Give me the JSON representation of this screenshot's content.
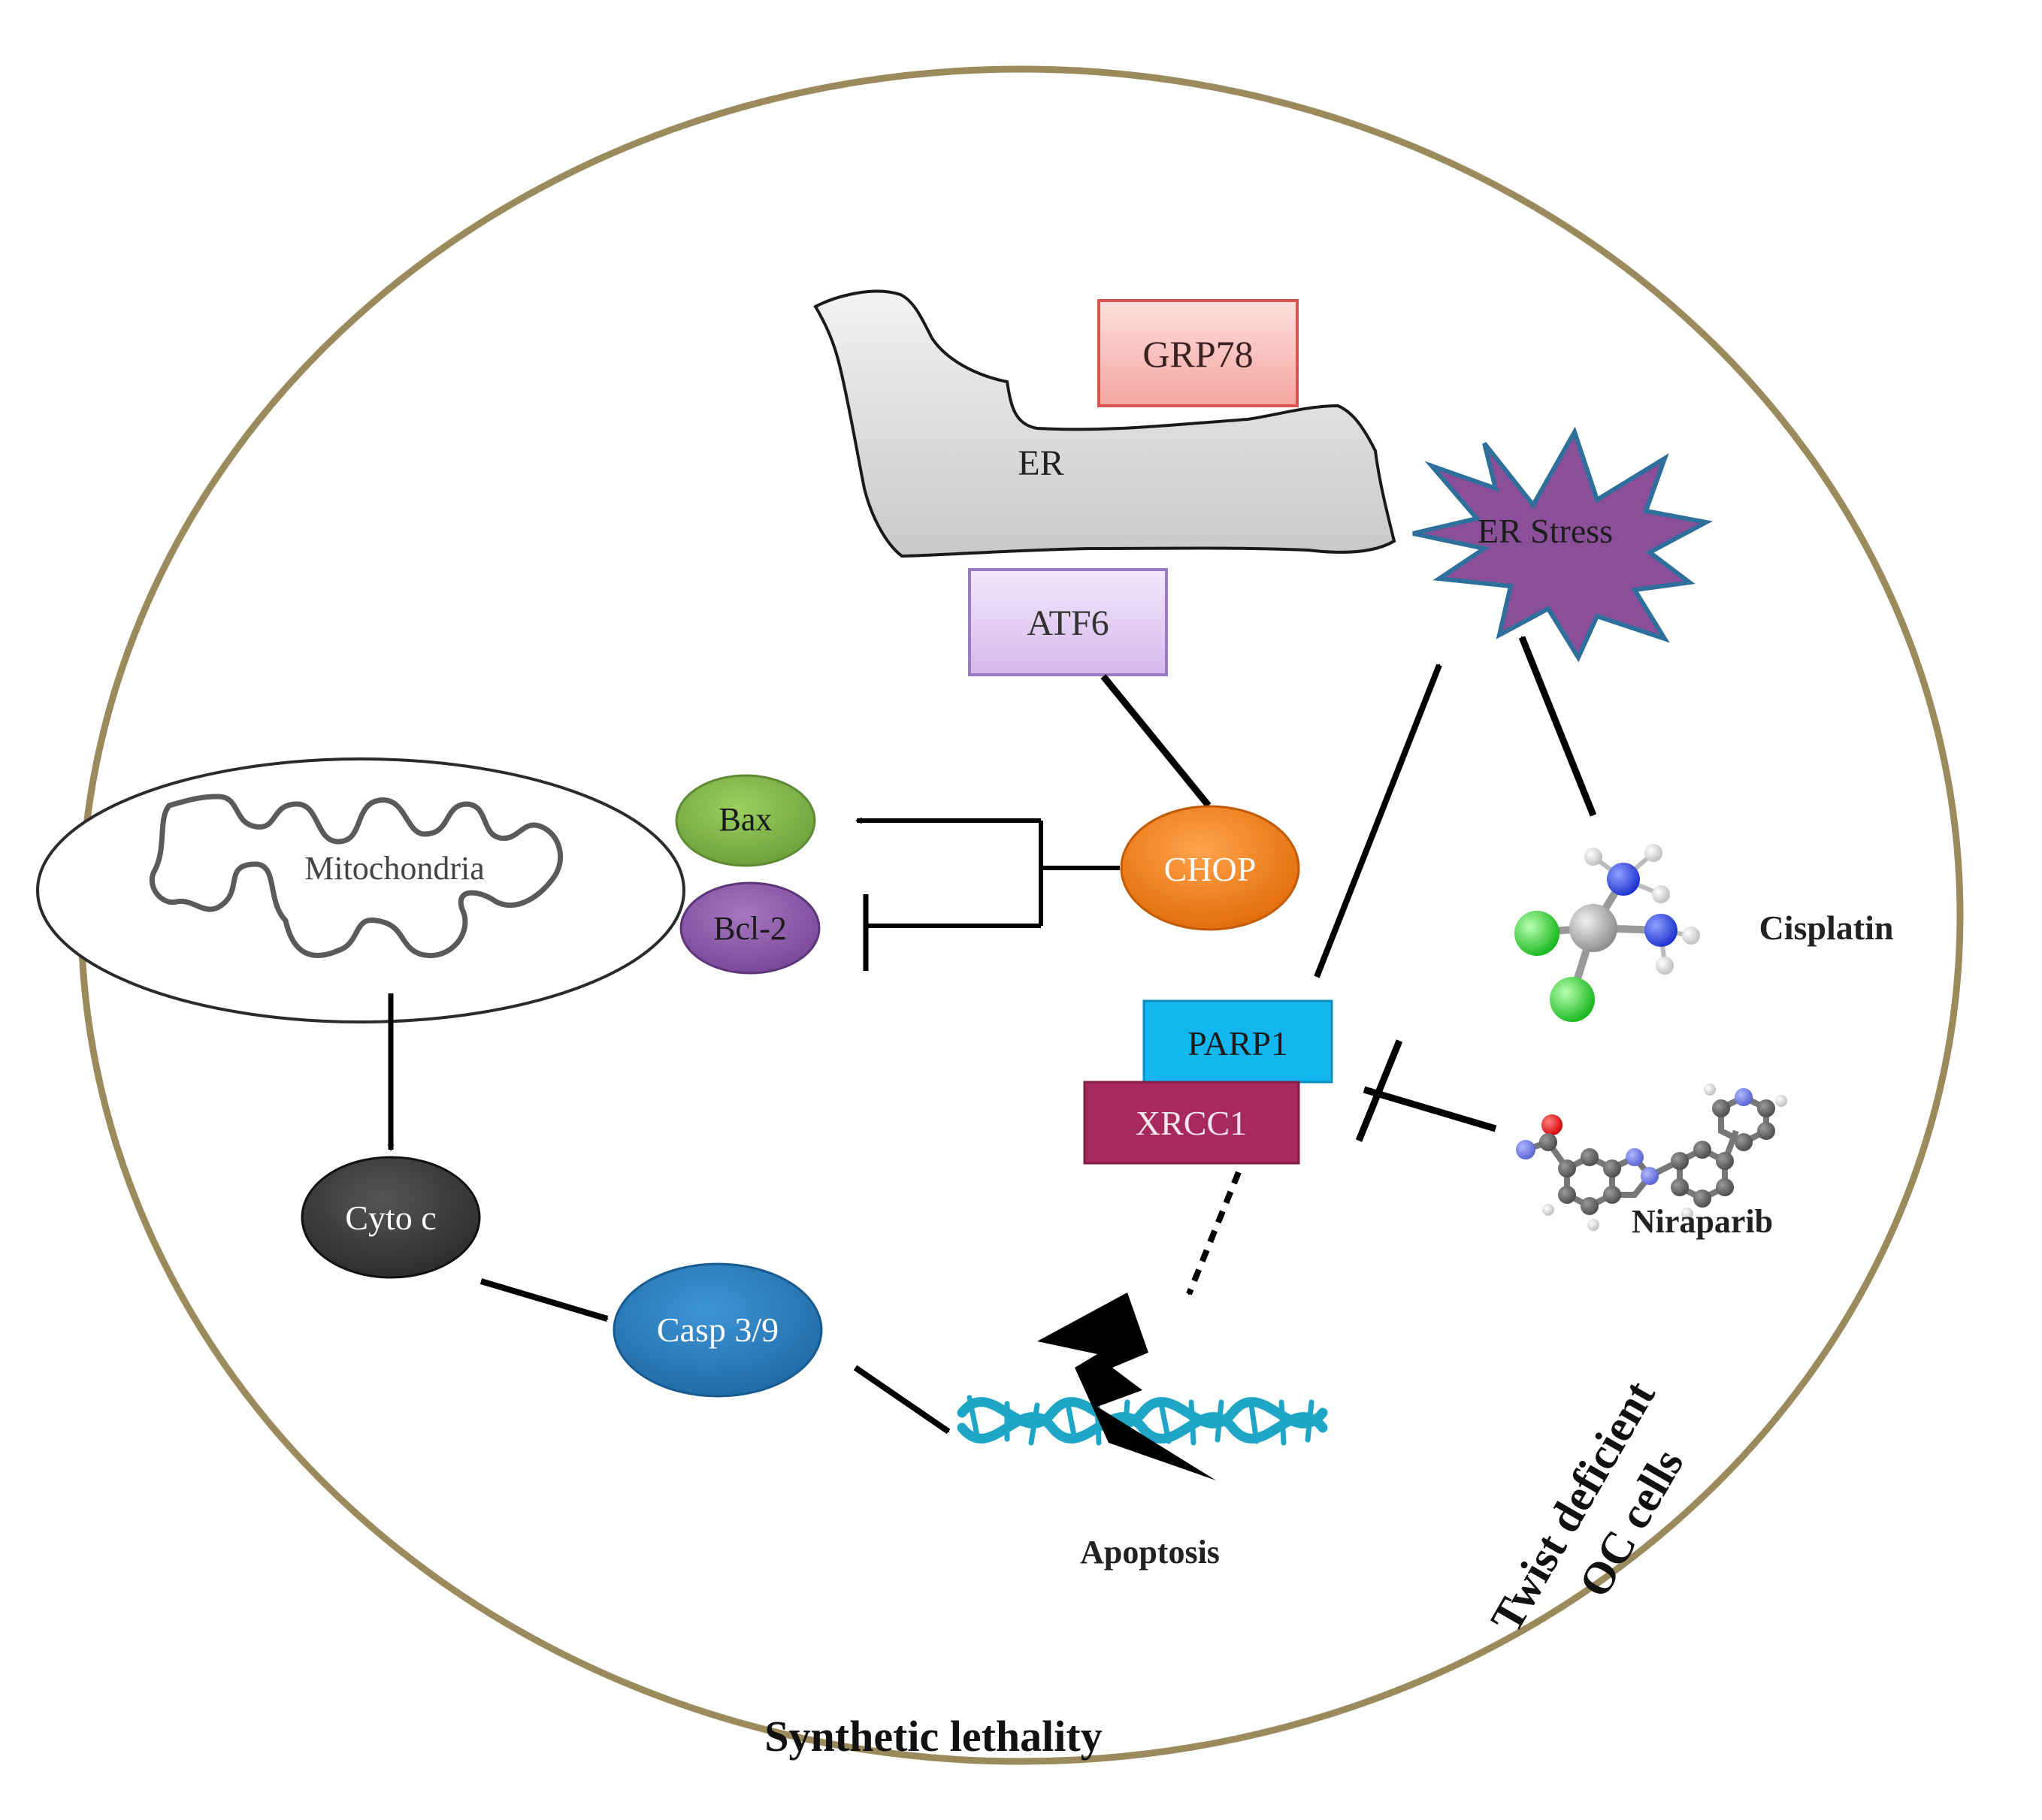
{
  "labels": {
    "grp78": "GRP78",
    "er": "ER",
    "er_stress": "ER Stress",
    "atf6": "ATF6",
    "bax": "Bax",
    "bcl2": "Bcl-2",
    "mitochondria": "Mitochondria",
    "chop": "CHOP",
    "cisplatin": "Cisplatin",
    "parp1": "PARP1",
    "xrcc1": "XRCC1",
    "niraparib": "Niraparib",
    "cyto_c": "Cyto c",
    "casp": "Casp 3/9",
    "apoptosis": "Apoptosis",
    "twist_line1": "Twist deficient",
    "twist_line2": "OC cells",
    "synthetic_lethality": "Synthetic lethality"
  },
  "colors": {
    "cell_border": "#9b8a5c",
    "grp78_fill": "#f8b4b0",
    "grp78_stroke": "#d9534f",
    "atf6_fill": "#e4cdf3",
    "atf6_stroke": "#9c7cc0",
    "er_stress_fill": "#8a4f98",
    "er_stress_stroke": "#2f6f9c",
    "bax_fill": "#7fb34a",
    "bcl2_fill": "#8a5aa5",
    "chop_fill": "#f07a14",
    "parp1_fill": "#13b6ee",
    "xrcc1_fill": "#a8295e",
    "cyto_c_fill": "#3b3b3b",
    "casp_fill": "#2a7cbd",
    "dna_color": "#1fa6c6"
  },
  "icons": [
    "cisplatin-molecule-icon",
    "niraparib-molecule-icon",
    "lightning-icon",
    "dna-helix-icon",
    "endoplasmic-reticulum-icon",
    "mitochondria-icon"
  ]
}
